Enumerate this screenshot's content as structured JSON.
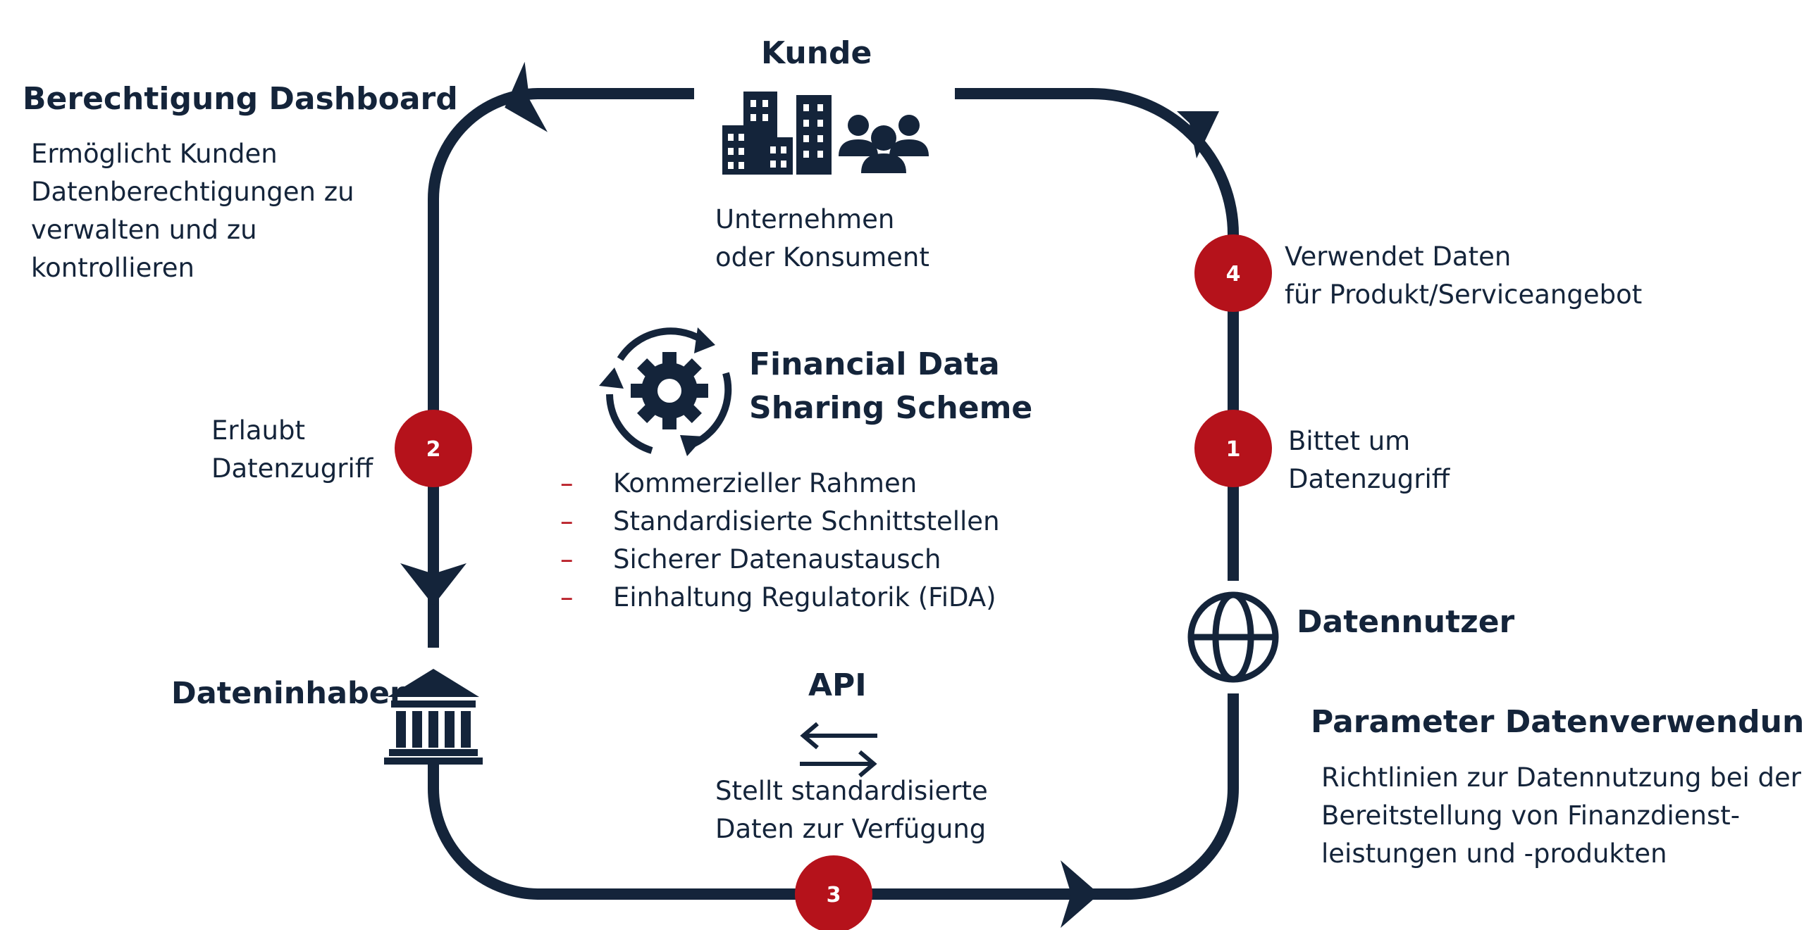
{
  "colors": {
    "navy": "#14243a",
    "red": "#b5121b"
  },
  "kunde": {
    "title": "Kunde",
    "desc_line1": "Unternehmen",
    "desc_line2": "oder Konsument",
    "icons": [
      "buildings-icon",
      "people-icon"
    ]
  },
  "berechtigung_dashboard": {
    "title": "Berechtigung Dashboard",
    "desc_lines": [
      "Ermöglicht Kunden",
      "Datenberechtigungen zu",
      "verwalten und zu",
      "kontrollieren"
    ]
  },
  "step2": {
    "number": "2",
    "line1": "Erlaubt",
    "line2": "Datenzugriff"
  },
  "dateninhaber": {
    "label": "Dateninhaber",
    "icon": "bank-icon"
  },
  "scheme": {
    "title_line1": "Financial Data",
    "title_line2": "Sharing Scheme",
    "icon": "gear-cycle-icon",
    "bullet_marker": "–",
    "bullets": [
      "Kommerzieller Rahmen",
      "Standardisierte Schnittstellen",
      "Sicherer Datenaustausch",
      "Einhaltung Regulatorik (FiDA)"
    ]
  },
  "api": {
    "title": "API",
    "icon": "exchange-arrows-icon",
    "desc_line1": "Stellt standardisierte",
    "desc_line2": "Daten zur Verfügung"
  },
  "step3": {
    "number": "3"
  },
  "step4": {
    "number": "4",
    "line1": "Verwendet Daten",
    "line2": "für Produkt/Serviceangebot"
  },
  "step1": {
    "number": "1",
    "line1": "Bittet um",
    "line2": "Datenzugriff"
  },
  "datennutzer": {
    "label": "Datennutzer",
    "icon": "globe-icon"
  },
  "parameter": {
    "title": "Parameter Datenverwendung",
    "desc_lines": [
      "Richtlinien zur Datennutzung bei der",
      "Bereitstellung von Finanzdienst-",
      "leistungen und -produkten"
    ]
  }
}
